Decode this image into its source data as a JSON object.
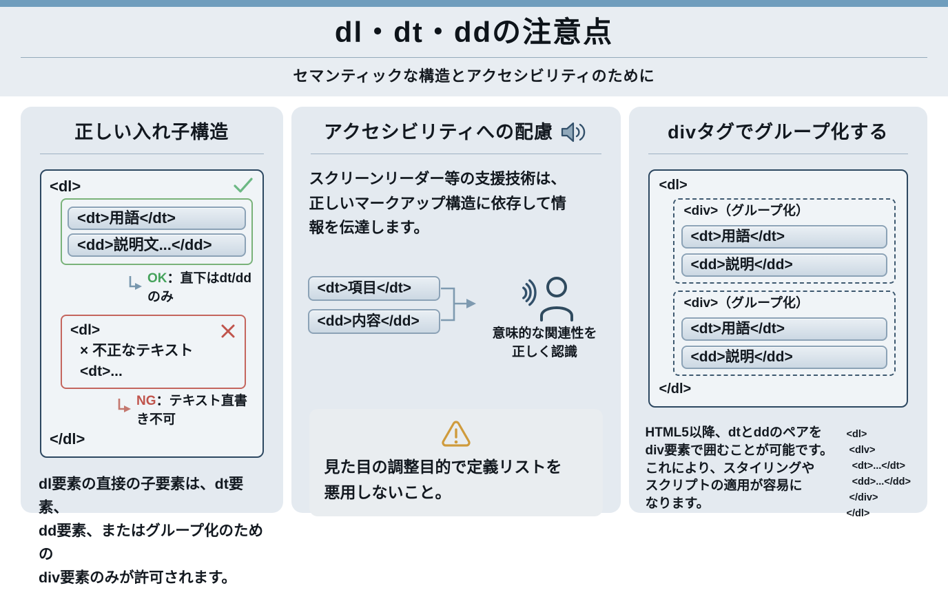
{
  "header": {
    "title": "dl・dt・ddの注意点",
    "subtitle": "セマンティックな構造とアクセシビリティのために"
  },
  "cards": {
    "nesting": {
      "title": "正しい入れ子構造",
      "dl_open": "<dl>",
      "dl_close": "</dl>",
      "dt_pill": "<dt>用語</dt>",
      "dd_pill": "<dd>説明文...</dd>",
      "ok_label": "OK",
      "ok_suffix": "：直下はdt/ddのみ",
      "bad_line1": "<dl>",
      "bad_line2": "× 不正なテキスト",
      "bad_line3": "<dt>...",
      "ng_label": "NG",
      "ng_suffix": "：テキスト直書き不可",
      "footer": "dl要素の直接の子要素は、dt要素、\ndd要素、またはグループ化のための\ndiv要素のみが許可されます。"
    },
    "accessibility": {
      "title": "アクセシビリティへの配慮",
      "paragraph": "スクリーンリーダー等の支援技術は、\n正しいマークアップ構造に依存して情\n報を伝達します。",
      "dt_pill": "<dt>項目</dt>",
      "dd_pill": "<dd>内容</dd>",
      "caption": "意味的な関連性を\n正しく認識",
      "warning_text": "見た目の調整目的で定義リストを\n悪用しないこと。"
    },
    "grouping": {
      "title": "divタグでグループ化する",
      "dl_open": "<dl>",
      "dl_close": "</dl>",
      "group1_label": "<div>（グループ化）",
      "group1_dt": "<dt>用語</dt>",
      "group1_dd": "<dd>説明</dd>",
      "group2_label": "<div>（グループ化）",
      "group2_dt": "<dt>用語</dt>",
      "group2_dd": "<dd>説明</dd>",
      "footer": "HTML5以降、dtとddのペアを\ndiv要素で囲むことが可能です。\nこれにより、スタイリングや\nスクリプトの適用が容易に\nなります。",
      "code_snippet": "<dl>\n <dlv>\n  <dt>...</dt>\n  <dd>...</dd>\n </div>\n</dl>"
    }
  },
  "icons": {
    "check": "green-checkmark",
    "cross": "red-x",
    "elbow_arrow": "down-right-arrow",
    "speaker": "speaker-with-sound-waves",
    "flow_arrow": "merge-right-arrow",
    "listener": "person-listening-with-sound-waves",
    "warning": "warning-triangle"
  },
  "colors": {
    "accent_bar": "#6f9dbd",
    "header_bg": "#e8edf2",
    "card_bg": "#e4eaf0",
    "frame_border": "#2c4760",
    "ok_green": "#46a35c",
    "ng_red": "#c0544c",
    "steel_arrow": "#7897ae",
    "warning_orange": "#cf9b3c"
  }
}
